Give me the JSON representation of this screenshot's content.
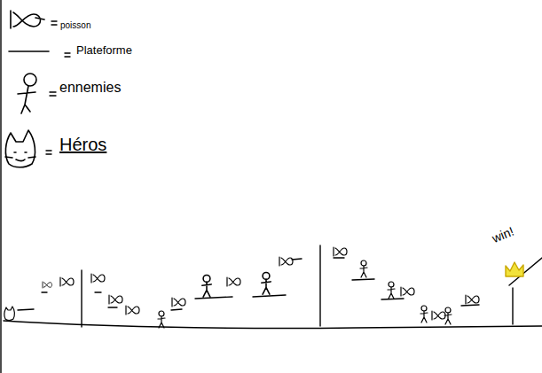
{
  "diagram": {
    "labels": [
      "win!"
    ],
    "legend": [
      {
        "text": "poisson"
      },
      {
        "text": "Plateforme"
      },
      {
        "text": "ennemies"
      },
      {
        "text": "Héros"
      }
    ]
  }
}
